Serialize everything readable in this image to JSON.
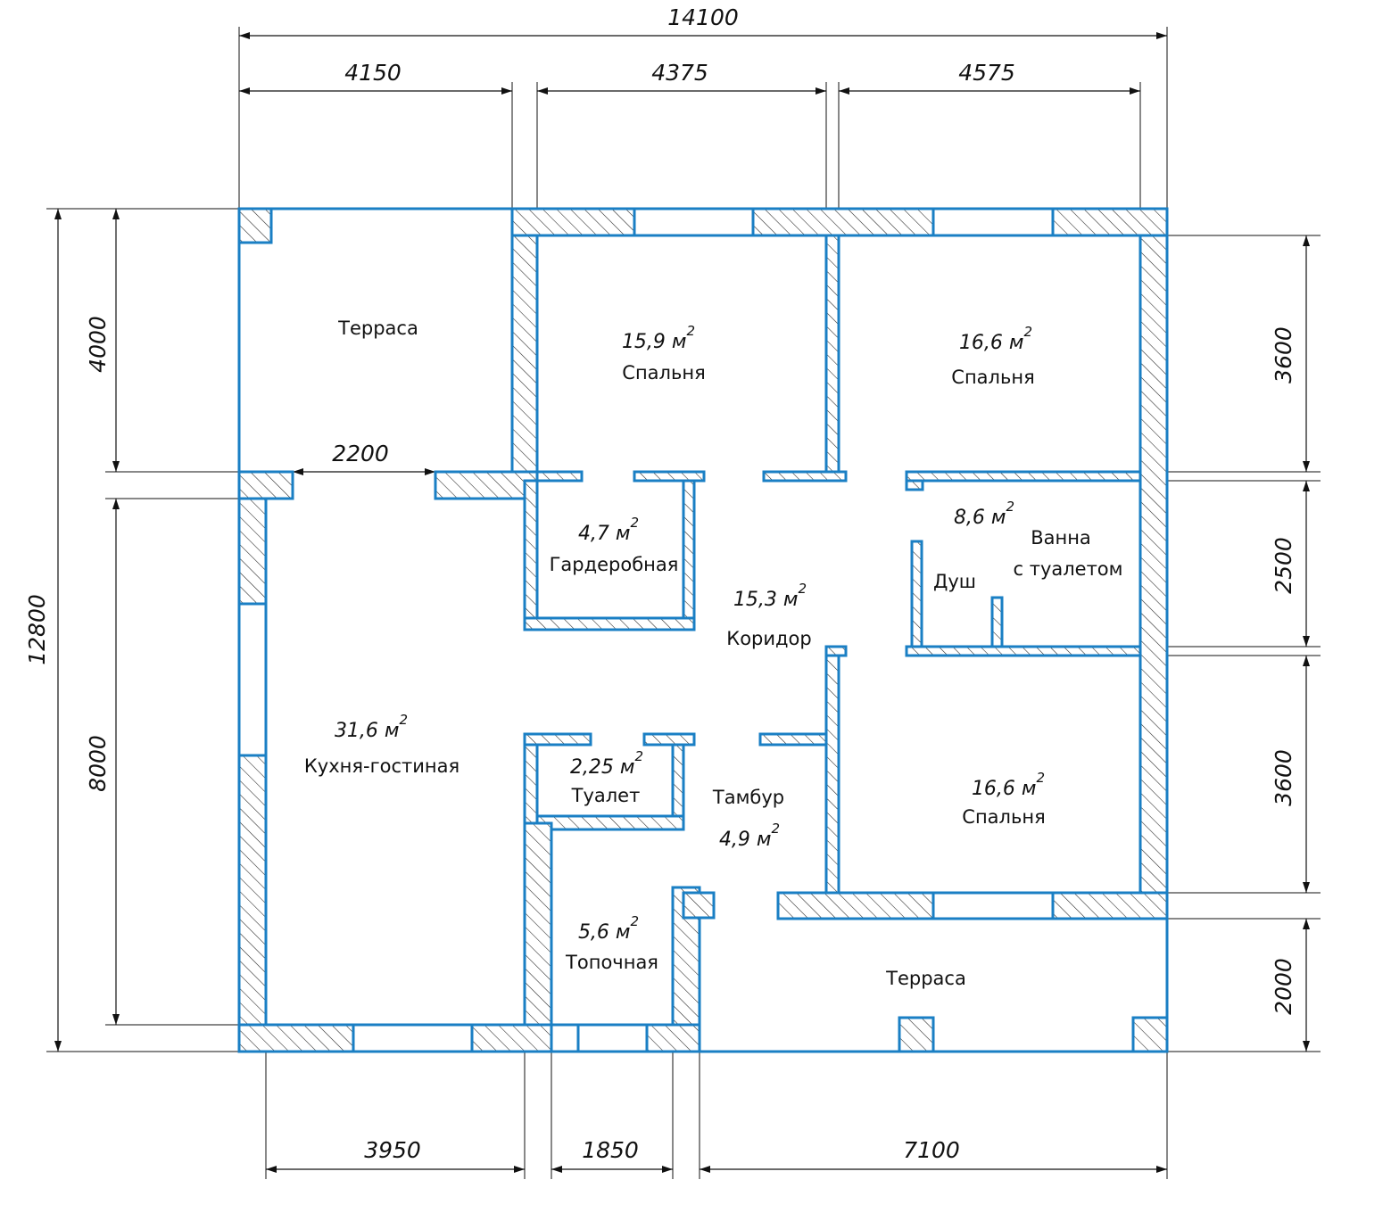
{
  "colors": {
    "wall": "#1a7fc4",
    "dimension": "#111111",
    "background": "#ffffff"
  },
  "dimensions": {
    "top_total": "14100",
    "top_1": "4150",
    "top_2": "4375",
    "top_3": "4575",
    "left_total": "12800",
    "left_1": "4000",
    "left_2": "8000",
    "terrace_opening": "2200",
    "right_1": "3600",
    "right_2": "2500",
    "right_3": "3600",
    "right_4": "2000",
    "bottom_1": "3950",
    "bottom_2": "1850",
    "bottom_3": "7100"
  },
  "rooms": {
    "terrace_top": {
      "name": "Терраса"
    },
    "bedroom_1": {
      "area": "15,9 м",
      "name": "Спальня"
    },
    "bedroom_2": {
      "area": "16,6 м",
      "name": "Спальня"
    },
    "wardrobe": {
      "area": "4,7 м",
      "name": "Гардеробная"
    },
    "bathroom": {
      "area": "8,6 м",
      "name_line1": "Ванна",
      "name_line2": "с туалетом"
    },
    "shower": {
      "name": "Душ"
    },
    "corridor": {
      "area": "15,3 м",
      "name": "Коридор"
    },
    "kitchen": {
      "area": "31,6 м",
      "name": "Кухня-гостиная"
    },
    "toilet": {
      "area": "2,25 м",
      "name": "Туалет"
    },
    "vestibule": {
      "name": "Тамбур",
      "area": "4,9 м"
    },
    "bedroom_3": {
      "area": "16,6 м",
      "name": "Спальня"
    },
    "boiler": {
      "area": "5,6 м",
      "name": "Топочная"
    },
    "terrace_bottom": {
      "name": "Терраса"
    }
  },
  "area_unit_power": "2"
}
